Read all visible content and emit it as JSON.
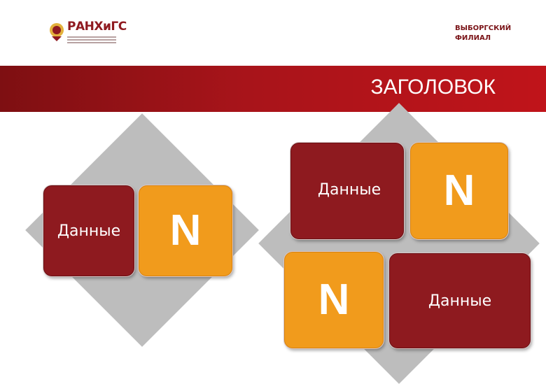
{
  "header": {
    "logo_text": "РАНХиГС",
    "branch_line1": "ВЫБОРГСКИЙ",
    "branch_line2": "ФИЛИАЛ"
  },
  "band": {
    "title": "ЗАГОЛОВОК"
  },
  "left_group": {
    "tile_left": "Данные",
    "tile_right": "N"
  },
  "right_group": {
    "tile_top_left": "Данные",
    "tile_top_right": "N",
    "tile_bottom_left": "N",
    "tile_bottom_right": "Данные"
  },
  "colors": {
    "brand_red": "#8e1a1f",
    "accent_orange": "#f19b1c",
    "diamond_gray": "#bdbdbd",
    "band_red": "#b0141a"
  }
}
